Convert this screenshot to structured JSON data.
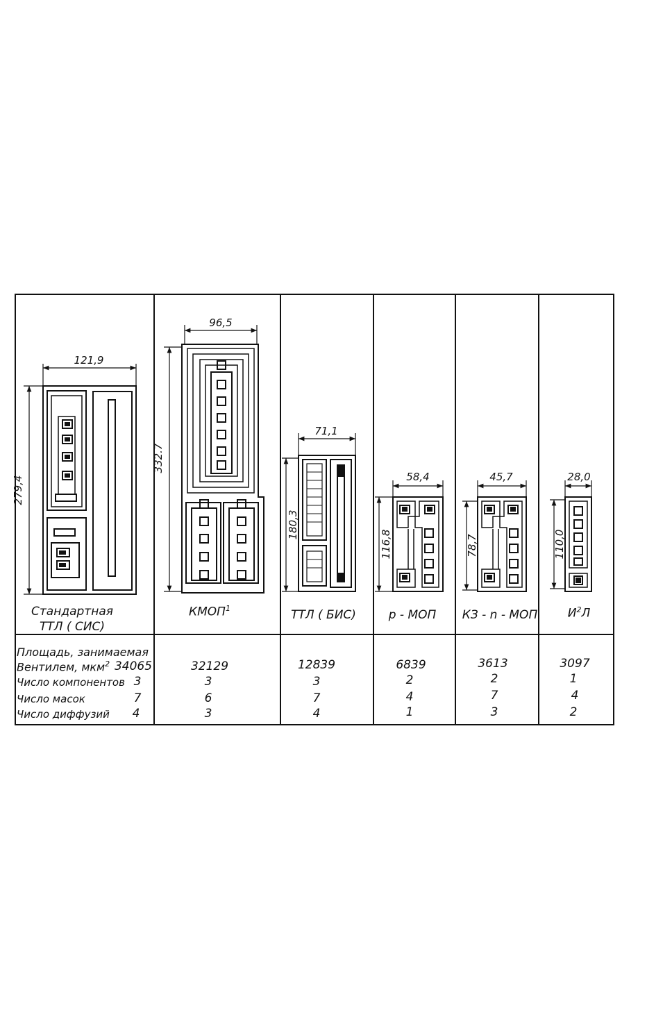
{
  "columns": [
    {
      "caption_line1": "Стандартная",
      "caption_line2": "ТТЛ ( СИС)",
      "width_dim": "121,9",
      "height_dim": "279,4"
    },
    {
      "caption": "КМОП",
      "caption_sup": "1",
      "width_dim": "96,5",
      "height_dim": "332.7"
    },
    {
      "caption": "ТТЛ ( БИС)",
      "width_dim": "71,1",
      "height_dim": "180,3"
    },
    {
      "caption": "p - МОП",
      "width_dim": "58,4",
      "height_dim": "116,8"
    },
    {
      "caption": "КЗ - n - МОП",
      "width_dim": "45,7",
      "height_dim": "78,7"
    },
    {
      "caption": "И",
      "caption_sup": "2",
      "caption_tail": "Л",
      "width_dim": "28,0",
      "height_dim": "110,0"
    }
  ],
  "table": {
    "row_labels": {
      "area_line1": "Площадь, занимаемая",
      "area_line2": "Вентилем, мкм",
      "area_sup": "2",
      "components": "Число компонентов",
      "masks": "Число масок",
      "diffusions": "Число диффузий"
    },
    "area": [
      "34065",
      "32129",
      "12839",
      "6839",
      "3613",
      "3097"
    ],
    "components": [
      "3",
      "3",
      "3",
      "2",
      "2",
      "1"
    ],
    "masks": [
      "7",
      "6",
      "7",
      "4",
      "7",
      "4"
    ],
    "diffusions": [
      "4",
      "3",
      "4",
      "1",
      "3",
      "2"
    ]
  }
}
